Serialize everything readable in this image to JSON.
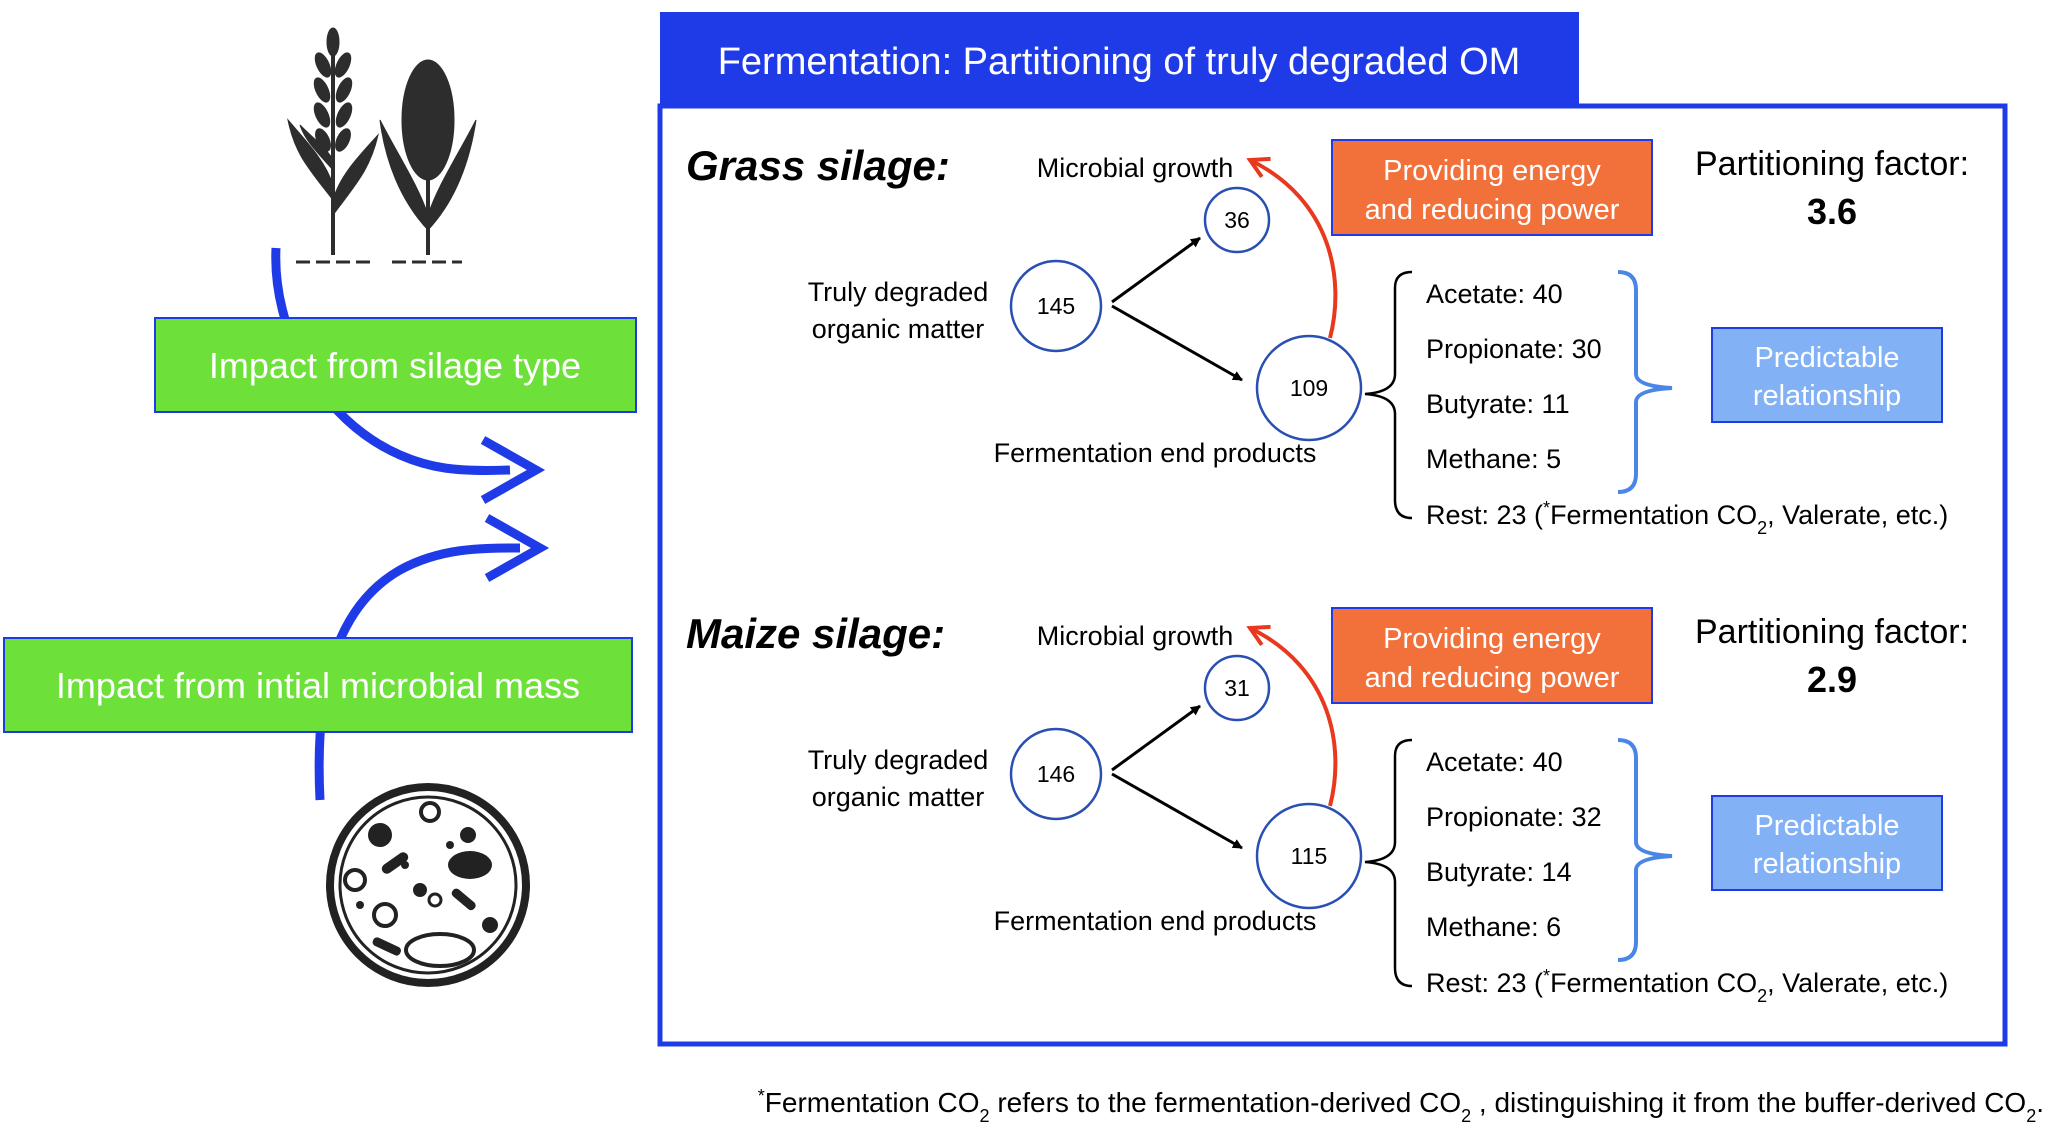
{
  "header": {
    "title": "Fermentation: Partitioning of truly degraded OM"
  },
  "left_panel": {
    "silage_type_label": "Impact from silage type",
    "microbial_mass_label": "Impact from intial microbial mass"
  },
  "colors": {
    "title_bar": "#1f3be8",
    "frame": "#1f3be8",
    "green_box": "#6ee03a",
    "orange_box": "#f2703a",
    "blue_box": "#82b2f5",
    "bracket": "#4a86e8",
    "circle": "#2a4fb3",
    "red_arrow": "#e8391f",
    "blue_arrow": "#1f3be8"
  },
  "common": {
    "microbial_growth": "Microbial growth",
    "truly_degraded_line1": "Truly degraded",
    "truly_degraded_line2": "organic matter",
    "fermentation_end_products": "Fermentation end products",
    "energy_line1": "Providing energy",
    "energy_line2": "and reducing power",
    "partitioning_factor_label": "Partitioning factor:",
    "predictable_line1": "Predictable",
    "predictable_line2": "relationship"
  },
  "sections": [
    {
      "title": "Grass silage:",
      "total": "145",
      "microbial": "36",
      "end_products": "109",
      "partitioning_factor": "3.6",
      "products": [
        "Acetate: 40",
        "Propionate: 30",
        "Butyrate: 11",
        "Methane: 5"
      ],
      "rest": {
        "prefix": "Rest: 23 (",
        "star": "*",
        "main": "Fermentation CO",
        "sub": "2",
        "suffix": ", Valerate, etc.)"
      }
    },
    {
      "title": "Maize silage:",
      "total": "146",
      "microbial": "31",
      "end_products": "115",
      "partitioning_factor": "2.9",
      "products": [
        "Acetate: 40",
        "Propionate: 32",
        "Butyrate: 14",
        "Methane: 6"
      ],
      "rest": {
        "prefix": "Rest: 23 (",
        "star": "*",
        "main": "Fermentation CO",
        "sub": "2",
        "suffix": ", Valerate, etc.)"
      }
    }
  ],
  "footnote": {
    "star": "*",
    "part1": "Fermentation CO",
    "sub1": "2",
    "part2": " refers to the fermentation-derived CO",
    "sub2": "2",
    "part3": " , distinguishing it from the buffer-derived CO",
    "sub3": "2",
    "part4": "."
  }
}
